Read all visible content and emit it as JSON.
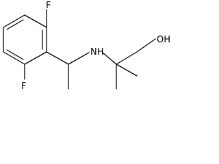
{
  "molecule": {
    "atoms": {
      "f_top": "F",
      "f_bottom": "F",
      "nh": "NH",
      "oh": "OH"
    }
  }
}
